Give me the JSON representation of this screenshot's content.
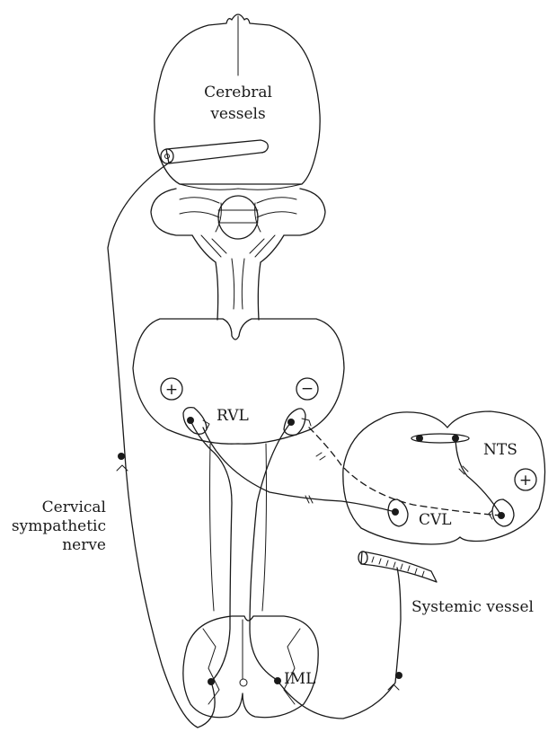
{
  "labels": {
    "cerebral_line1": "Cerebral",
    "cerebral_line2": "vessels",
    "rvl": "RVL",
    "nts": "NTS",
    "cvl": "CVL",
    "cervical_line1": "Cervical",
    "cervical_line2": "sympathetic",
    "cervical_line3": "nerve",
    "systemic_vessel": "Systemic vessel",
    "iml": "IML"
  },
  "symbols": {
    "excitatory": "+",
    "inhibitory": "−",
    "nts_excitatory": "+"
  }
}
